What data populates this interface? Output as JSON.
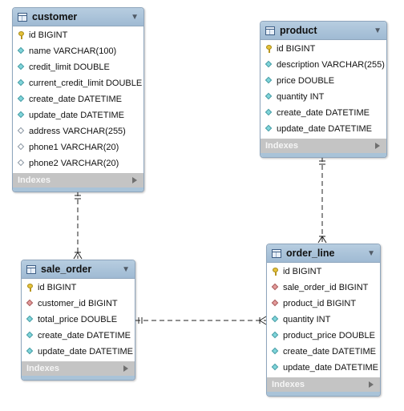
{
  "tables": {
    "customer": {
      "name": "customer",
      "columns": [
        {
          "label": "id BIGINT",
          "icon": "primary-key-icon"
        },
        {
          "label": "name VARCHAR(100)",
          "icon": "column-diamond-icon"
        },
        {
          "label": "credit_limit DOUBLE",
          "icon": "column-diamond-icon"
        },
        {
          "label": "current_credit_limit DOUBLE",
          "icon": "column-diamond-icon"
        },
        {
          "label": "create_date DATETIME",
          "icon": "column-diamond-icon"
        },
        {
          "label": "update_date DATETIME",
          "icon": "column-diamond-icon"
        },
        {
          "label": "address VARCHAR(255)",
          "icon": "nullable-diamond-icon"
        },
        {
          "label": "phone1 VARCHAR(20)",
          "icon": "nullable-diamond-icon"
        },
        {
          "label": "phone2 VARCHAR(20)",
          "icon": "nullable-diamond-icon"
        }
      ],
      "indexes_label": "Indexes"
    },
    "product": {
      "name": "product",
      "columns": [
        {
          "label": "id BIGINT",
          "icon": "primary-key-icon"
        },
        {
          "label": "description VARCHAR(255)",
          "icon": "column-diamond-icon"
        },
        {
          "label": "price DOUBLE",
          "icon": "column-diamond-icon"
        },
        {
          "label": "quantity INT",
          "icon": "column-diamond-icon"
        },
        {
          "label": "create_date DATETIME",
          "icon": "column-diamond-icon"
        },
        {
          "label": "update_date DATETIME",
          "icon": "column-diamond-icon"
        }
      ],
      "indexes_label": "Indexes"
    },
    "sale_order": {
      "name": "sale_order",
      "columns": [
        {
          "label": "id BIGINT",
          "icon": "primary-key-icon"
        },
        {
          "label": "customer_id BIGINT",
          "icon": "foreign-key-diamond-icon"
        },
        {
          "label": "total_price DOUBLE",
          "icon": "column-diamond-icon"
        },
        {
          "label": "create_date DATETIME",
          "icon": "column-diamond-icon"
        },
        {
          "label": "update_date DATETIME",
          "icon": "column-diamond-icon"
        }
      ],
      "indexes_label": "Indexes"
    },
    "order_line": {
      "name": "order_line",
      "columns": [
        {
          "label": "id BIGINT",
          "icon": "primary-key-icon"
        },
        {
          "label": "sale_order_id BIGINT",
          "icon": "foreign-key-diamond-icon"
        },
        {
          "label": "product_id BIGINT",
          "icon": "foreign-key-diamond-icon"
        },
        {
          "label": "quantity INT",
          "icon": "column-diamond-icon"
        },
        {
          "label": "product_price DOUBLE",
          "icon": "column-diamond-icon"
        },
        {
          "label": "create_date DATETIME",
          "icon": "column-diamond-icon"
        },
        {
          "label": "update_date DATETIME",
          "icon": "column-diamond-icon"
        }
      ],
      "indexes_label": "Indexes"
    }
  },
  "relationships": [
    {
      "from": "customer",
      "to": "sale_order",
      "cardinality": "one-to-many"
    },
    {
      "from": "product",
      "to": "order_line",
      "cardinality": "one-to-many"
    },
    {
      "from": "sale_order",
      "to": "order_line",
      "cardinality": "one-to-many"
    }
  ],
  "colors": {
    "header": "#a4bed6",
    "indexes_bar": "#c4c4c4",
    "connector": "#222222",
    "key": "#e5c23a",
    "column_diamond": "#7fd5da",
    "foreign_key_diamond": "#e39a9a"
  }
}
